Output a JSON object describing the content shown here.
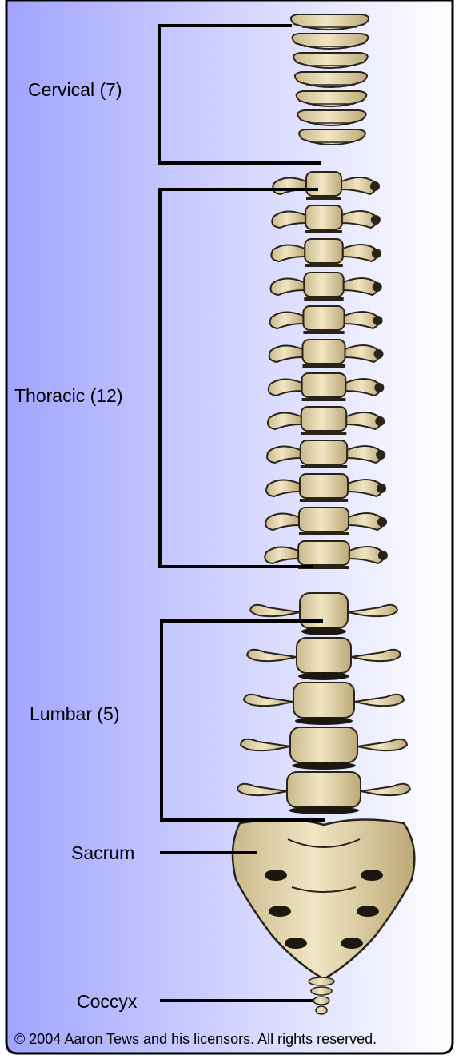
{
  "diagram": {
    "regions": [
      {
        "id": "cervical",
        "label": "Cervical (7)"
      },
      {
        "id": "thoracic",
        "label": "Thoracic (12)"
      },
      {
        "id": "lumbar",
        "label": "Lumbar (5)"
      },
      {
        "id": "sacrum",
        "label": "Sacrum"
      },
      {
        "id": "coccyx",
        "label": "Coccyx"
      }
    ],
    "copyright": "© 2004 Aaron Tews and his licensors. All rights reserved."
  },
  "colors": {
    "panel_left": "#9fa2ff",
    "panel_right": "#ffffff",
    "bone_fill": "#e9dcb4",
    "bone_shadow": "#b9a679",
    "bone_outline": "#2a2418",
    "bracket": "#000000"
  }
}
